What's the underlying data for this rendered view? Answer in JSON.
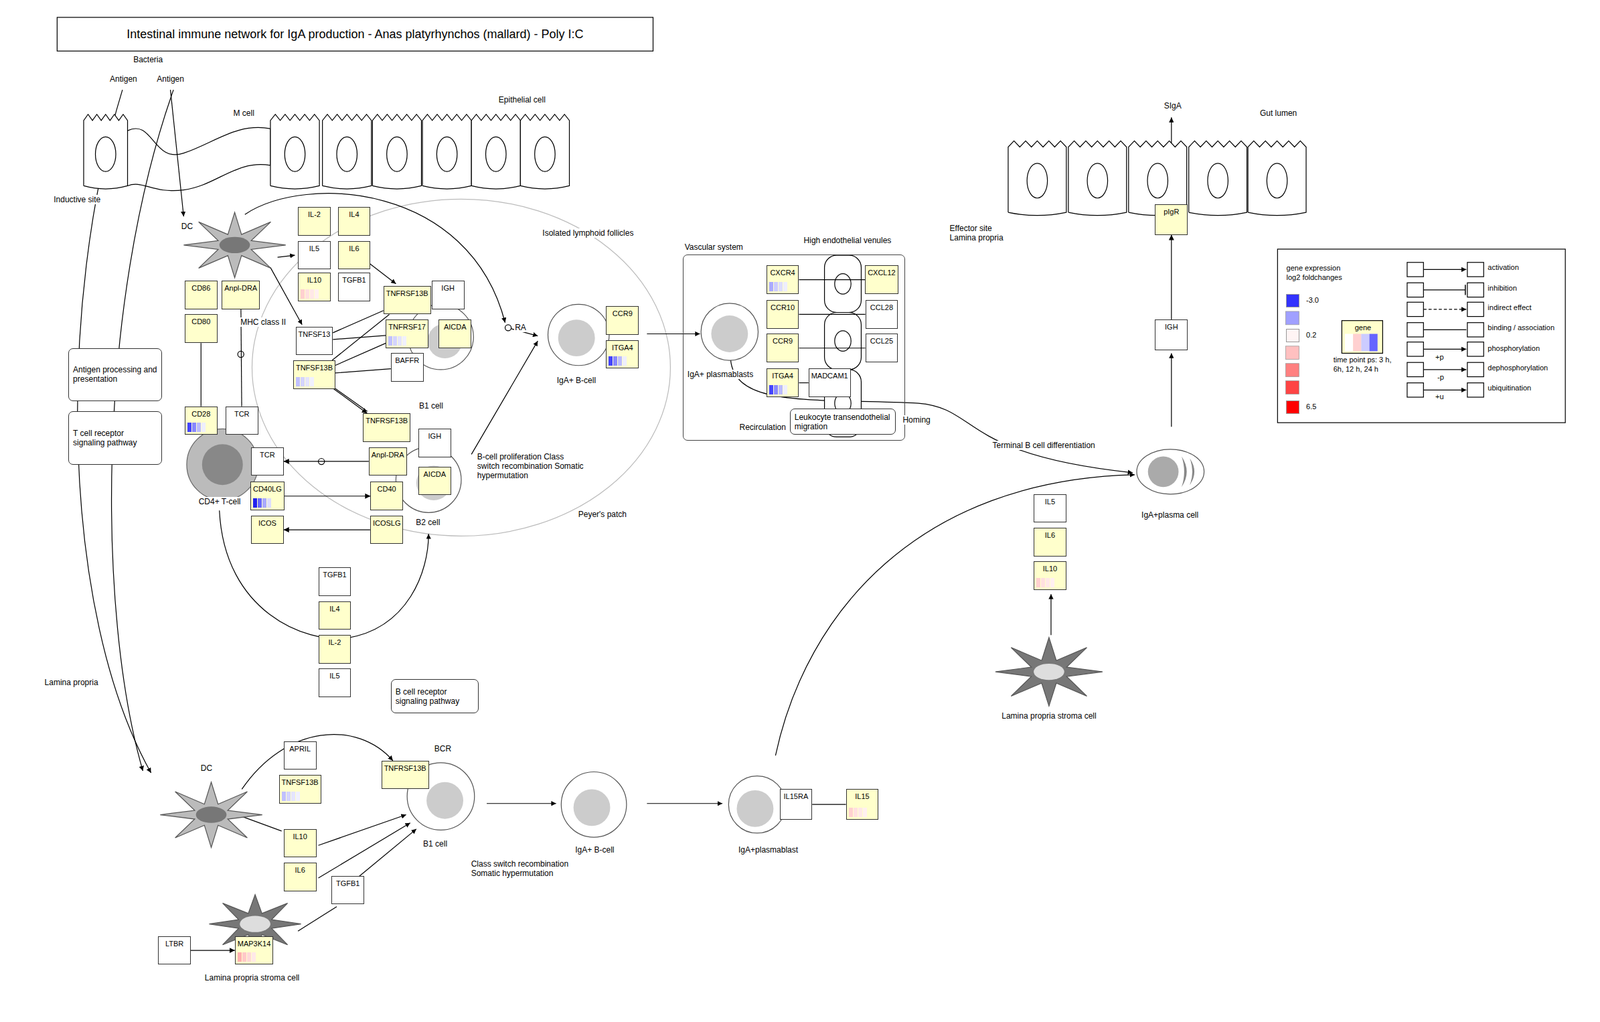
{
  "diagram": {
    "title": "Intestinal immune network for IgA production - Anas platyrhynchos (mallard) - Poly I:C",
    "nodes": [
      {
        "text": [
          "IL-2"
        ]
      },
      {
        "text": [
          "IL4"
        ]
      },
      {
        "text": [
          "IL5"
        ]
      },
      {
        "text": [
          "IL6"
        ]
      },
      {
        "text": [
          "IL10"
        ]
      },
      {
        "text": [
          "TGFB1"
        ]
      },
      {
        "text": [
          "CD86"
        ]
      },
      {
        "text": [
          "Anpl-DRA"
        ]
      },
      {
        "text": [
          "CD80"
        ]
      },
      {
        "text": [
          "CD28"
        ]
      },
      {
        "text": [
          "TCR"
        ]
      },
      {
        "text": [
          "TCR"
        ]
      },
      {
        "text": [
          "CD40LG"
        ]
      },
      {
        "text": [
          "ICOS"
        ]
      },
      {
        "text": [
          "TNFSF13"
        ]
      },
      {
        "text": [
          "TNFSF13B"
        ]
      },
      {
        "text": [
          "TNFRSF13B"
        ]
      },
      {
        "text": [
          "IGH"
        ]
      },
      {
        "text": [
          "TNFRSF17"
        ]
      },
      {
        "text": [
          "AICDA"
        ]
      },
      {
        "text": [
          "BAFFR"
        ]
      },
      {
        "text": [
          "TNFRSF13B"
        ]
      },
      {
        "text": [
          "Anpl-DRA"
        ]
      },
      {
        "text": [
          "IGH"
        ]
      },
      {
        "text": [
          "AICDA"
        ]
      },
      {
        "text": [
          "CD40"
        ]
      },
      {
        "text": [
          "ICOSLG"
        ]
      },
      {
        "text": [
          "Antigen processing and presentation"
        ]
      },
      {
        "text": [
          "T cell receptor signaling pathway"
        ]
      },
      {
        "text": [
          "TGFB1"
        ]
      },
      {
        "text": [
          "IL4"
        ]
      },
      {
        "text": [
          "IL-2"
        ]
      },
      {
        "text": [
          "IL5"
        ]
      },
      {
        "text": [
          "B cell receptor signaling pathway"
        ]
      },
      {
        "text": [
          "CCR9"
        ]
      },
      {
        "text": [
          "ITGA4"
        ]
      },
      {
        "text": [
          "Vascular system"
        ]
      },
      {
        "text": [
          "CXCR4"
        ],
        "in": 36
      },
      {
        "text": [
          "CXCL12"
        ],
        "in": 36
      },
      {
        "text": [
          "CCR10"
        ],
        "in": 36
      },
      {
        "text": [
          "CCL28"
        ],
        "in": 36
      },
      {
        "text": [
          "CCR9"
        ],
        "in": 36
      },
      {
        "text": [
          "CCL25"
        ],
        "in": 36
      },
      {
        "text": [
          "ITGA4"
        ],
        "in": 36
      },
      {
        "text": [
          "MADCAM1"
        ],
        "in": 36
      },
      {
        "text": [
          "Leukocyte transendothelial migration"
        ],
        "in": 36
      },
      {
        "text": [
          "pIgR"
        ]
      },
      {
        "text": [
          "IGH"
        ]
      },
      {
        "text": [
          "IL5"
        ]
      },
      {
        "text": [
          "IL6"
        ]
      },
      {
        "text": [
          "IL10"
        ]
      },
      {
        "text": [
          "APRIL"
        ]
      },
      {
        "text": [
          "TNFSF13B"
        ]
      },
      {
        "text": [
          "TNFRSF13B"
        ]
      },
      {
        "text": [
          "IL10"
        ]
      },
      {
        "text": [
          "IL6"
        ]
      },
      {
        "text": [
          "TGFB1"
        ]
      },
      {
        "text": [
          "LTBR"
        ]
      },
      {
        "text": [
          "MAP3K14"
        ]
      },
      {
        "text": [
          "IL15RA"
        ]
      },
      {
        "text": [
          "IL15"
        ]
      }
    ],
    "edges": [
      {
        "from": 8,
        "to": 9,
        "arrow": "none"
      },
      {
        "from": 7,
        "to": 10,
        "arrow": "none"
      },
      {
        "from": 14,
        "to": 16,
        "arrow": "none"
      },
      {
        "from": 14,
        "to": 18,
        "arrow": "none"
      },
      {
        "from": 15,
        "to": 16,
        "arrow": "none"
      },
      {
        "from": 15,
        "to": 18,
        "arrow": "none"
      },
      {
        "from": 15,
        "to": 20,
        "arrow": "none"
      },
      {
        "from": 15,
        "to": 21,
        "arrow": "to"
      },
      {
        "from": 22,
        "to": 11,
        "arrow": "to"
      },
      {
        "from": 12,
        "to": 25,
        "arrow": "to"
      },
      {
        "from": 26,
        "to": 13,
        "arrow": "to"
      },
      {
        "from": 37,
        "to": 38,
        "arrow": "none"
      },
      {
        "from": 39,
        "to": 40,
        "arrow": "none"
      },
      {
        "from": 41,
        "to": 42,
        "arrow": "none"
      },
      {
        "from": 43,
        "to": 44,
        "arrow": "none"
      },
      {
        "from": 47,
        "to": 46,
        "arrow": "to"
      },
      {
        "from": 59,
        "to": 60,
        "arrow": "none"
      },
      {
        "from": 57,
        "to": 58,
        "arrow": "to"
      }
    ],
    "labels": [
      "Bacteria",
      "Antigen",
      "Antigen",
      "M cell",
      "Epithelial cell",
      "Inductive site",
      "DC",
      "Isolated lymphoid follicles",
      "MHC class II",
      "RA",
      "IgA+ B-cell",
      "B1 cell",
      "B-cell proliferation Class switch recombination Somatic hypermutation",
      "CD4+ T-cell",
      "B2 cell",
      "Peyer's patch",
      "Lamina propria",
      "High endothelial venules",
      "IgA+ plasmablasts",
      "Recirculation",
      "Homing",
      "SIgA",
      "Gut lumen",
      "Effector site Lamina propria",
      "Terminal B cell differentiation",
      "IgA+plasma cell",
      "Lamina propria stroma cell",
      "DC",
      "BCR",
      "B1 cell",
      "IgA+ B-cell",
      "IgA+plasmablast",
      "Class switch recombination Somatic hypermutation",
      "Lamina propria stroma cell",
      "gene expression log2 foldchanges",
      "gene",
      "time point ps: 3 h, 6h, 12 h, 24 h",
      "+p",
      "-p",
      "+u"
    ],
    "legend": [
      {
        "text": "-3.0",
        "color": "#3333ff"
      },
      {
        "text": "0.2",
        "color": "#fff4f4"
      },
      {
        "text": "6.5",
        "color": "#ff0000"
      },
      {
        "text": "activation"
      },
      {
        "text": "inhibition"
      },
      {
        "text": "indirect effect"
      },
      {
        "text": "binding / association"
      },
      {
        "text": "phosphorylation"
      },
      {
        "text": "dephosphorylation"
      },
      {
        "text": "ubiquitination"
      }
    ]
  }
}
